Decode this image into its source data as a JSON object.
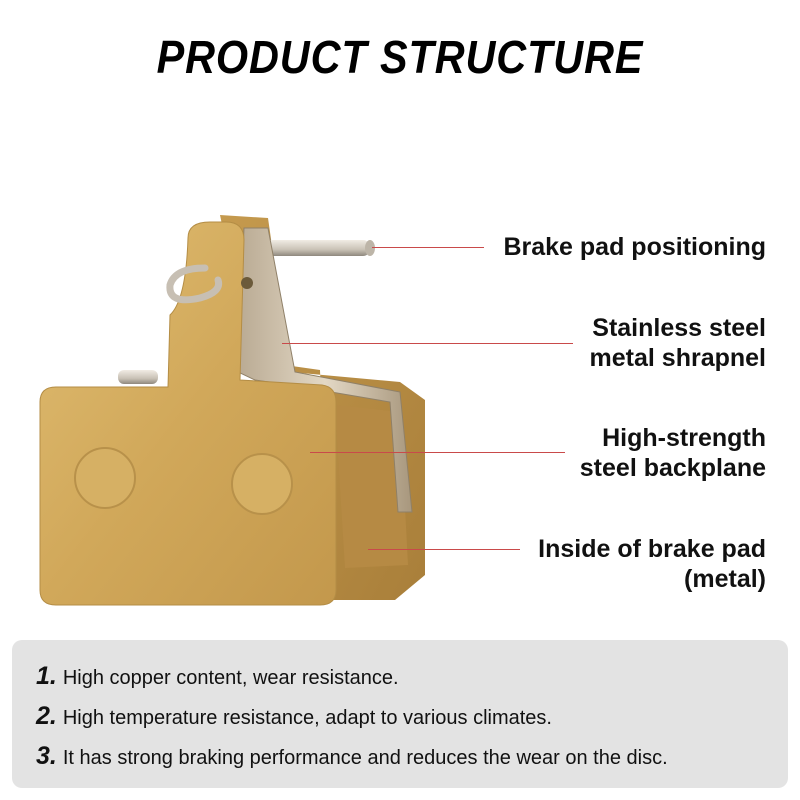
{
  "title": "PRODUCT STRUCTURE",
  "callouts": [
    {
      "text": "Brake pad positioning"
    },
    {
      "line1": "Stainless steel",
      "line2": "metal shrapnel"
    },
    {
      "line1": "High-strength",
      "line2": "steel backplane"
    },
    {
      "line1": "Inside of brake pad",
      "line2": "(metal)"
    }
  ],
  "features": [
    {
      "num": "1.",
      "text": "High copper content, wear resistance."
    },
    {
      "num": "2.",
      "text": "High temperature resistance, adapt to various climates."
    },
    {
      "num": "3.",
      "text": "It has strong braking performance and reduces the wear on the disc."
    }
  ],
  "colors": {
    "pad": "#d4ac5e",
    "callout_line": "#c94a4a",
    "panel": "#e3e3e3"
  }
}
